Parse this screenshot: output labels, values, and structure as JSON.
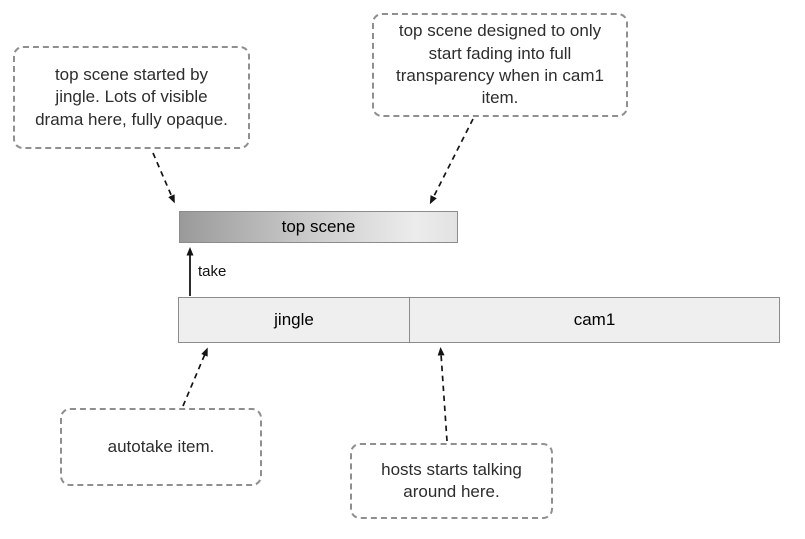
{
  "diagram": {
    "title_semantic": "broadcast-timeline-annotation-diagram",
    "callouts": {
      "top_left": {
        "text": "top scene started by\njingle. Lots of visible\ndrama here, fully opaque."
      },
      "top_right": {
        "text": "top scene designed to only\nstart fading into full\ntransparency when in cam1\nitem."
      },
      "bottom_left": {
        "text": "autotake item."
      },
      "bottom_center": {
        "text": "hosts starts talking\naround here."
      }
    },
    "bars": {
      "top_scene": {
        "label": "top scene"
      },
      "timeline": {
        "segments": [
          {
            "label": "jingle"
          },
          {
            "label": "cam1"
          }
        ]
      }
    },
    "take_arrow": {
      "label": "take"
    },
    "colors": {
      "background": "#ffffff",
      "callout_border": "#8f8f8f",
      "bar_border": "#8c8c8c",
      "timeline_fill": "#efefef",
      "top_scene_gradient_start": "#9a9a9a",
      "top_scene_gradient_end": "#ececec",
      "arrow": "#141414",
      "text": "#2d2d2d"
    }
  }
}
